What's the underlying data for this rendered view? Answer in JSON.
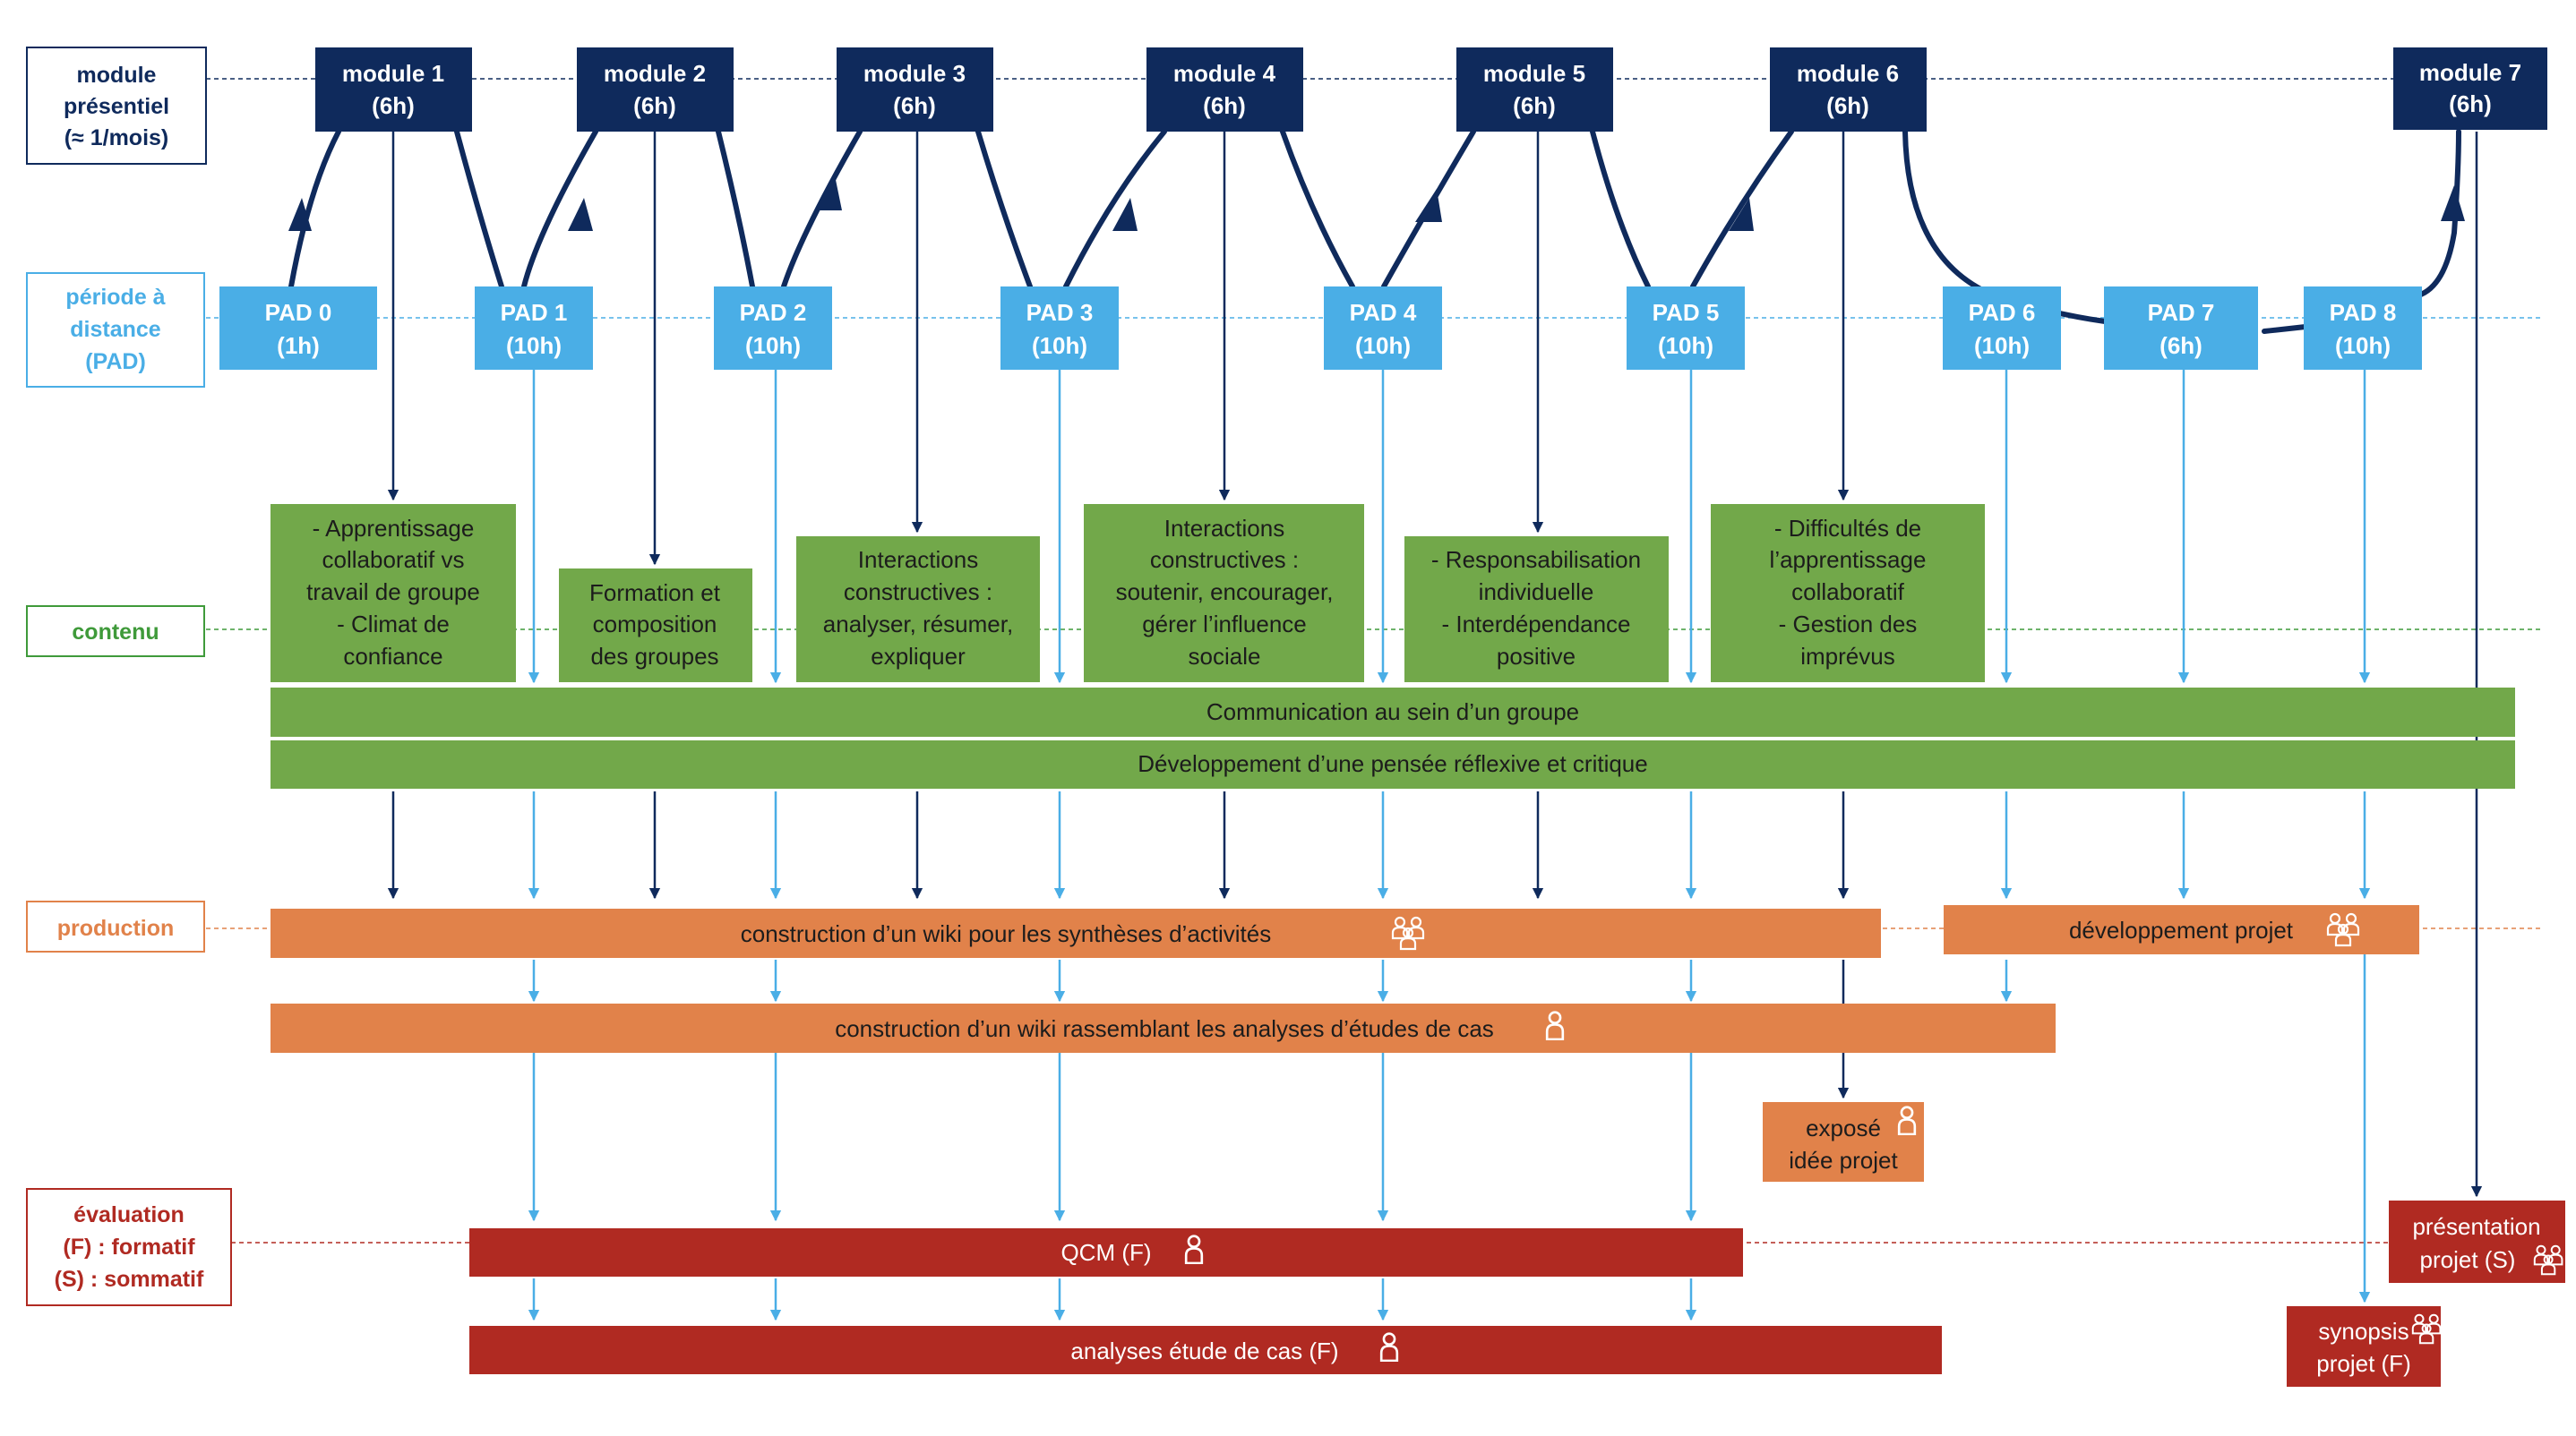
{
  "colors": {
    "navy": "#0f2a5c",
    "pad_blue": "#4aaee6",
    "content_green": "#72a84a",
    "content_label_green": "#3f9a3a",
    "production_orange": "#e1824a",
    "evaluation_red": "#b02a22"
  },
  "lanes": {
    "module": [
      "module",
      "présentiel",
      "(≈ 1/mois)"
    ],
    "pad": [
      "période à",
      "distance",
      "(PAD)"
    ],
    "content": [
      "contenu"
    ],
    "production": [
      "production"
    ],
    "evaluation": [
      "évaluation",
      "(F) : formatif",
      "(S) : sommatif"
    ]
  },
  "modules": [
    {
      "name": "module 1",
      "hours": "(6h)"
    },
    {
      "name": "module 2",
      "hours": "(6h)"
    },
    {
      "name": "module 3",
      "hours": "(6h)"
    },
    {
      "name": "module 4",
      "hours": "(6h)"
    },
    {
      "name": "module 5",
      "hours": "(6h)"
    },
    {
      "name": "module 6",
      "hours": "(6h)"
    },
    {
      "name": "module 7",
      "hours": "(6h)"
    }
  ],
  "pads": [
    {
      "name": "PAD 0",
      "hours": "(1h)"
    },
    {
      "name": "PAD 1",
      "hours": "(10h)"
    },
    {
      "name": "PAD 2",
      "hours": "(10h)"
    },
    {
      "name": "PAD 3",
      "hours": "(10h)"
    },
    {
      "name": "PAD 4",
      "hours": "(10h)"
    },
    {
      "name": "PAD 5",
      "hours": "(10h)"
    },
    {
      "name": "PAD 6",
      "hours": "(10h)"
    },
    {
      "name": "PAD 7",
      "hours": "(6h)"
    },
    {
      "name": "PAD 8",
      "hours": "(10h)"
    }
  ],
  "contents": [
    {
      "lines": [
        "- Apprentissage",
        "collaboratif vs",
        "travail de groupe",
        "- Climat de",
        "confiance"
      ]
    },
    {
      "lines": [
        "Formation et",
        "composition",
        "des groupes"
      ]
    },
    {
      "lines": [
        "Interactions",
        "constructives :",
        "analyser, résumer,",
        "expliquer"
      ]
    },
    {
      "lines": [
        "Interactions",
        "constructives :",
        "soutenir, encourager,",
        "gérer l’influence",
        "sociale"
      ]
    },
    {
      "lines": [
        "- Responsabilisation",
        "individuelle",
        "- Interdépendance",
        "positive"
      ]
    },
    {
      "lines": [
        "- Difficultés de",
        "l’apprentissage",
        "collaboratif",
        "- Gestion des",
        "imprévus"
      ]
    }
  ],
  "content_bars": [
    "Communication au sein d’un groupe",
    "Développement d’une pensée réflexive et critique"
  ],
  "production": {
    "wiki_syntheses": "construction d’un wiki  pour les synthèses d’activités",
    "developpement_projet": "développement projet",
    "wiki_analyses": "construction d’un wiki rassemblant les analyses d’études de cas",
    "expose": [
      "exposé",
      "idée projet"
    ]
  },
  "evaluation": {
    "qcm": "QCM (F)",
    "analyses": "analyses étude de cas (F)",
    "presentation": [
      "présentation",
      "projet  (S)"
    ],
    "synopsis": [
      "synopsis",
      "projet (F)"
    ]
  },
  "icons": {
    "group": "group-icon",
    "person": "person-icon"
  }
}
